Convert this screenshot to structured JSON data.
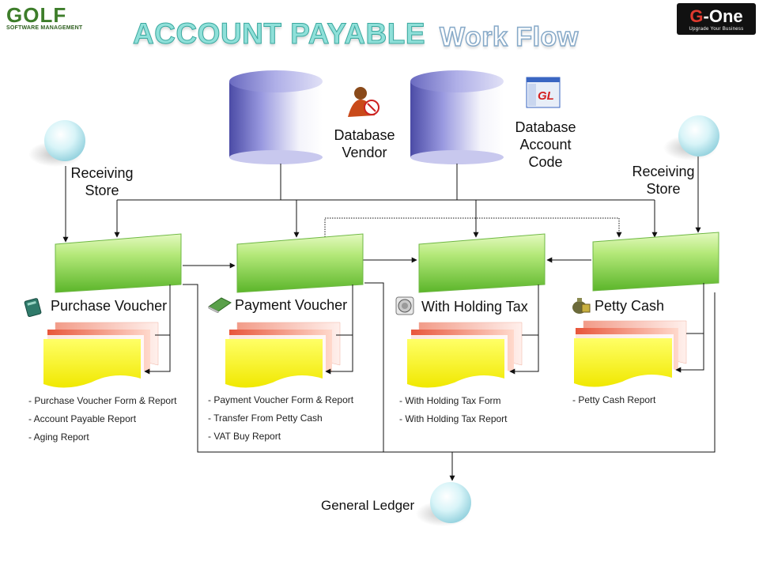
{
  "branding": {
    "left_logo_word": "GOLF",
    "left_logo_sub": "SOFTWARE MANAGEMENT",
    "right_logo_word": "G-One",
    "right_logo_sub": "Upgrade Your Business"
  },
  "title": {
    "main": "ACCOUNT PAYABLE",
    "sub": "Work Flow"
  },
  "databases": [
    {
      "label_line1": "Database",
      "label_line2": "Vendor",
      "icon": "vendor-person-icon"
    },
    {
      "label_line1": "Database",
      "label_line2": "Account",
      "label_line3": "Code",
      "icon": "gl-window-icon",
      "icon_text": "GL"
    }
  ],
  "receiving": {
    "left": {
      "line1": "Receiving",
      "line2": "Store"
    },
    "right": {
      "line1": "Receiving",
      "line2": "Store"
    }
  },
  "modules": [
    {
      "title": "Purchase Voucher",
      "icon": "book-icon",
      "reports": [
        "- Purchase Voucher  Form & Report",
        "- Account  Payable  Report",
        "- Aging Report"
      ]
    },
    {
      "title": "Payment Voucher",
      "icon": "green-book-icon",
      "reports": [
        "- Payment Voucher  Form & Report",
        "- Transfer From Petty Cash",
        "- VAT Buy  Report"
      ]
    },
    {
      "title": "With Holding Tax",
      "icon": "coin-icon",
      "reports": [
        "- With Holding  Tax Form",
        "- With Holding  Tax Report"
      ]
    },
    {
      "title": "Petty Cash",
      "icon": "money-bag-icon",
      "reports": [
        "- Petty  Cash  Report"
      ]
    }
  ],
  "general_ledger": {
    "label": "General Ledger"
  },
  "colors": {
    "box_green_light": "#d6f5a8",
    "box_green_dark": "#66c12e",
    "doc_yellow": "#ffff33",
    "doc_orange": "#f08060",
    "cylinder": "#7a7ad0",
    "title_teal": "#8fe0d9"
  }
}
